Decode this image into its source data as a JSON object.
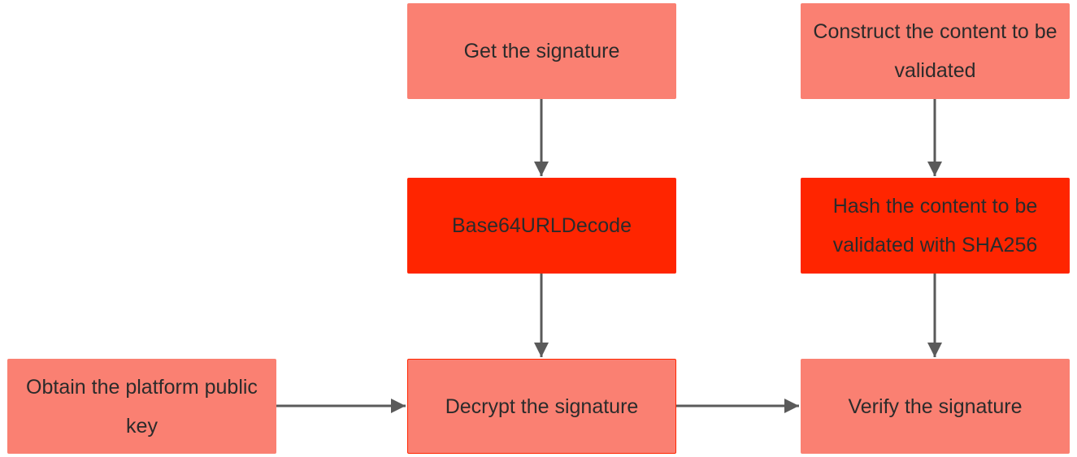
{
  "colors": {
    "light_box": "#fa8072",
    "dark_box": "#ff2500",
    "arrow": "#5a5a5a",
    "text": "#2b2b2b"
  },
  "nodes": {
    "get_signature": "Get the signature",
    "construct_content": "Construct the content to be validated",
    "base64_decode": "Base64URLDecode",
    "hash_content": "Hash the content to be validated with SHA256",
    "obtain_key": "Obtain the platform public key",
    "decrypt_signature": "Decrypt the signature",
    "verify_signature": "Verify the signature"
  },
  "edges": [
    {
      "from": "get_signature",
      "to": "base64_decode"
    },
    {
      "from": "base64_decode",
      "to": "decrypt_signature"
    },
    {
      "from": "construct_content",
      "to": "hash_content"
    },
    {
      "from": "hash_content",
      "to": "verify_signature"
    },
    {
      "from": "obtain_key",
      "to": "decrypt_signature"
    },
    {
      "from": "decrypt_signature",
      "to": "verify_signature"
    }
  ]
}
